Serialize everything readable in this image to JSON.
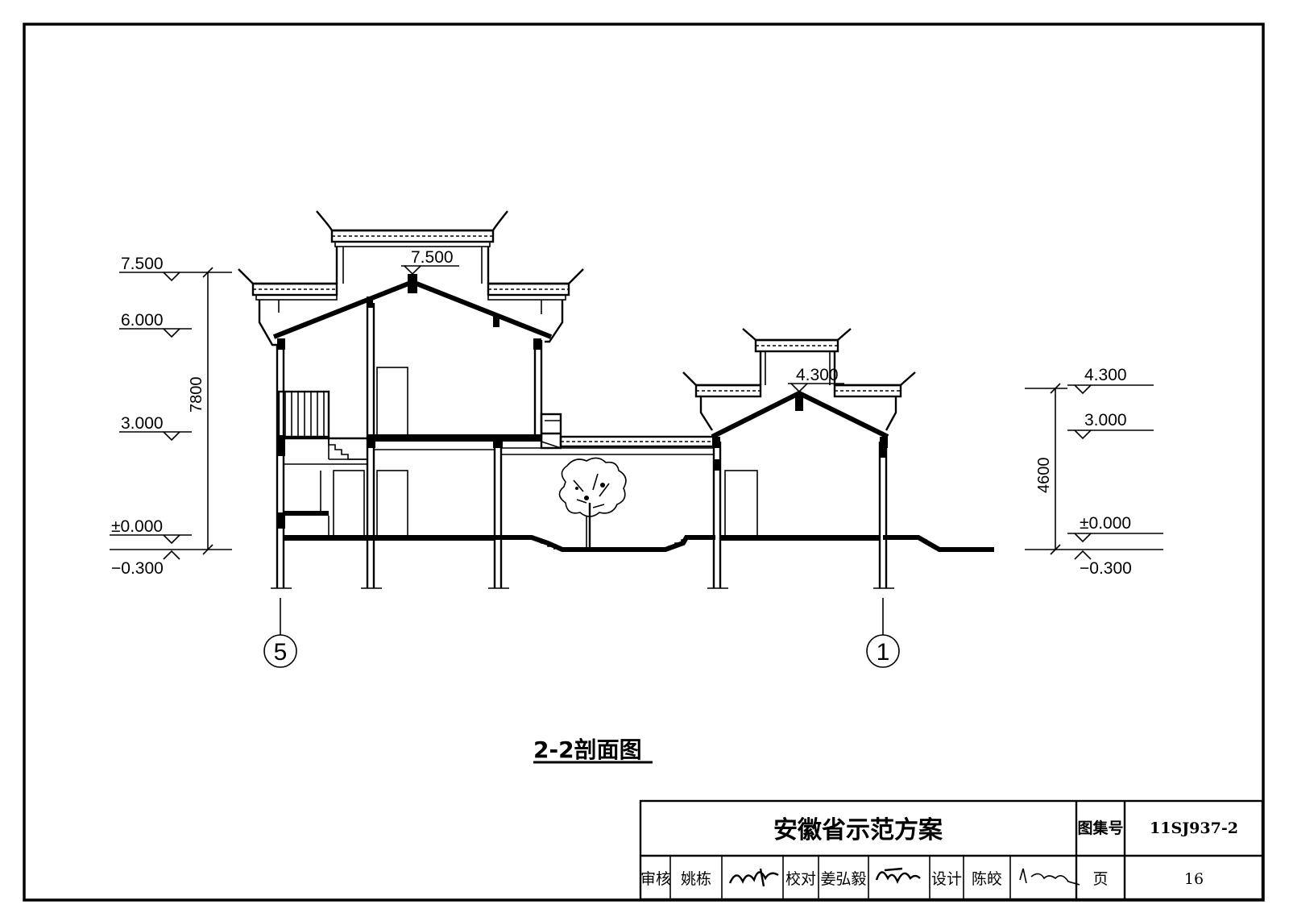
{
  "drawing": {
    "title": "2-2剖面图",
    "levels_left": [
      "7.500",
      "6.000",
      "3.000",
      "±0.000",
      "−0.300"
    ],
    "levels_right": [
      "4.300",
      "3.000",
      "±0.000",
      "−0.300"
    ],
    "ridge_labels": [
      "7.500",
      "4.300"
    ],
    "dimension_left": "7800",
    "dimension_right": "4600",
    "axes": [
      "5",
      "1"
    ]
  },
  "title_block": {
    "project_name": "安徽省示范方案",
    "atlas_label": "图集号",
    "atlas_no": "11SJ937-2",
    "review_label": "审核",
    "review_name": "姚栋",
    "check_label": "校对",
    "check_name": "姜弘毅",
    "design_label": "设计",
    "design_name": "陈皎",
    "page_label": "页",
    "page_no": "16"
  }
}
